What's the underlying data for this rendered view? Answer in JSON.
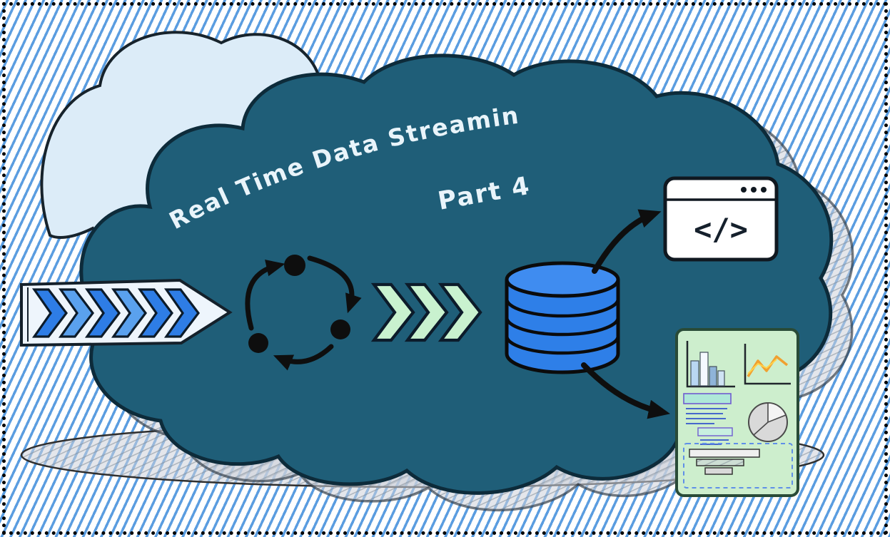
{
  "artwork": {
    "title": "Real Time Data Streaming",
    "subtitle": "Part 4",
    "code_window": {
      "glyph": "</>",
      "dot_count": 3
    },
    "colors": {
      "background_stripe": "#5b9de0",
      "cloud_fill": "#1f5e78",
      "cloud_outline": "#0d2b3a",
      "light_cloud_fill": "#dcecf8",
      "chevron_blue": "#2e7de6",
      "chevron_blue_light": "#5aa1ee",
      "chevron_green": "#c9f2cf",
      "database_blue": "#2e7fe8",
      "dashboard_green": "#cdeecd",
      "line_chart_orange": "#f0a030",
      "outline_black": "#111111"
    },
    "icons": [
      "inflow-chevrons-icon",
      "processing-cycle-icon",
      "stream-chevrons-icon",
      "database-icon",
      "flow-arrow-top-icon",
      "flow-arrow-bottom-icon",
      "code-window-icon",
      "dashboard-icon",
      "bar-chart-icon",
      "line-chart-icon",
      "table-icon",
      "pie-chart-icon",
      "progress-bars-icon",
      "cloud-shape",
      "light-cloud-shape",
      "ground-shadow"
    ]
  }
}
